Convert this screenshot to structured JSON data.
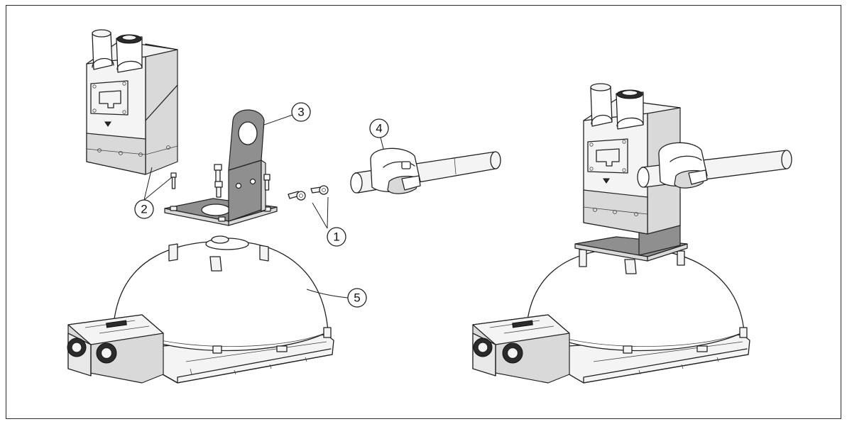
{
  "callouts": [
    {
      "id": "1",
      "label": "1"
    },
    {
      "id": "2",
      "label": "2"
    },
    {
      "id": "3",
      "label": "3"
    },
    {
      "id": "4",
      "label": "4"
    },
    {
      "id": "5",
      "label": "5"
    }
  ],
  "colors": {
    "line": "#222222",
    "part_dark": "#8f8f8f",
    "part_mid": "#d9d9d9",
    "background": "#ffffff"
  }
}
